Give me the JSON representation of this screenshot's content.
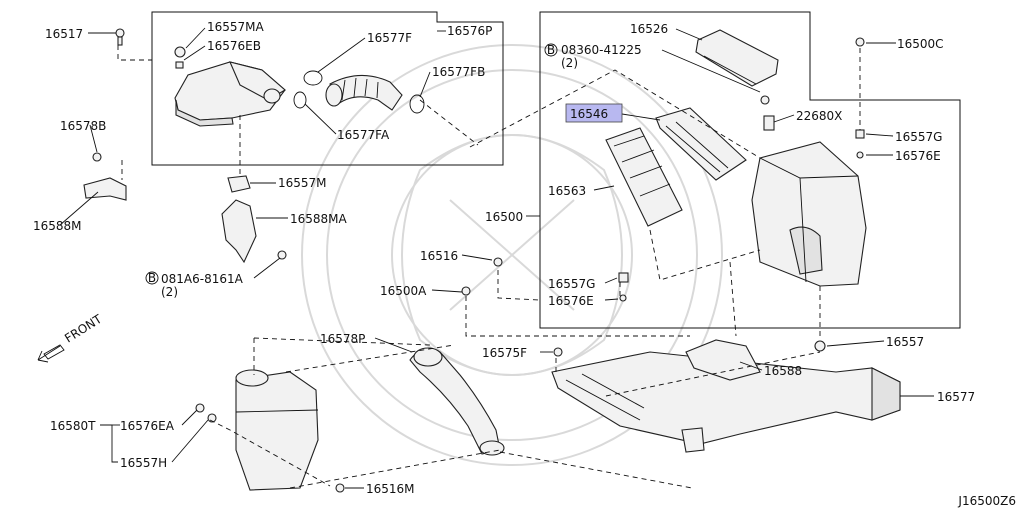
{
  "parts": {
    "p16517": "16517",
    "p16557MA": "16557MA",
    "p16576EB": "16576EB",
    "p16576P": "16576P",
    "p16577F": "16577F",
    "p16577FB": "16577FB",
    "p16577FA": "16577FA",
    "p16578B": "16578B",
    "p16588M": "16588M",
    "p16557M": "16557M",
    "p16588MA": "16588MA",
    "p081A6": "081A6-8161A",
    "p081A6_qty": "(2)",
    "p16526": "16526",
    "p08360": "08360-41225",
    "p08360_qty": "(2)",
    "p16500C": "16500C",
    "p16546": "16546",
    "p22680X": "22680X",
    "p16557G_r": "16557G",
    "p16576E_r": "16576E",
    "p16563": "16563",
    "p16500": "16500",
    "p16516": "16516",
    "p16557G": "16557G",
    "p16500A": "16500A",
    "p16576E": "16576E",
    "p16578P": "16578P",
    "p16575F": "16575F",
    "p16557": "16557",
    "p16588": "16588",
    "p16577": "16577",
    "p16580T": "16580T",
    "p16576EA": "16576EA",
    "p16557H": "16557H",
    "p16516M": "16516M"
  },
  "bolt_symbol": "B",
  "front_label": "FRONT",
  "diagram_code": "J16500Z6",
  "colors": {
    "highlight": "#b8b8f0",
    "line": "#111111"
  }
}
